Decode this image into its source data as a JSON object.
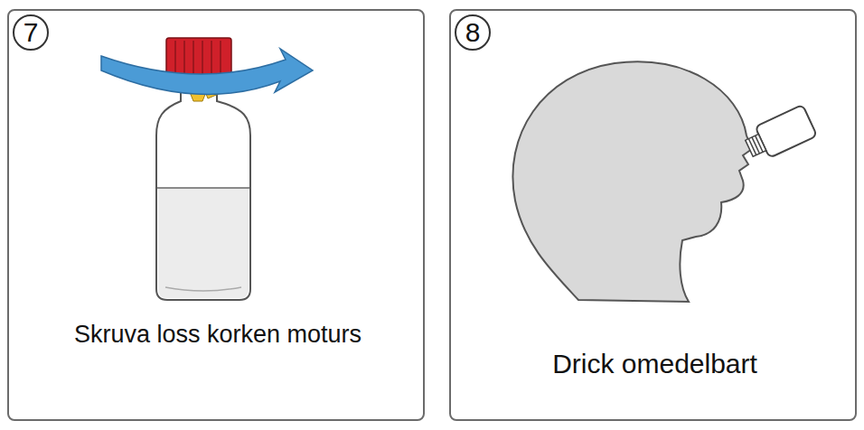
{
  "diagram": {
    "nodes": [
      {
        "text": [
          "Skruva loss korken moturs"
        ]
      },
      {
        "text": [
          "7"
        ],
        "in": 0
      },
      {
        "text": [
          "Drick omedelbart"
        ]
      },
      {
        "text": [
          "8"
        ],
        "in": 2
      }
    ]
  }
}
